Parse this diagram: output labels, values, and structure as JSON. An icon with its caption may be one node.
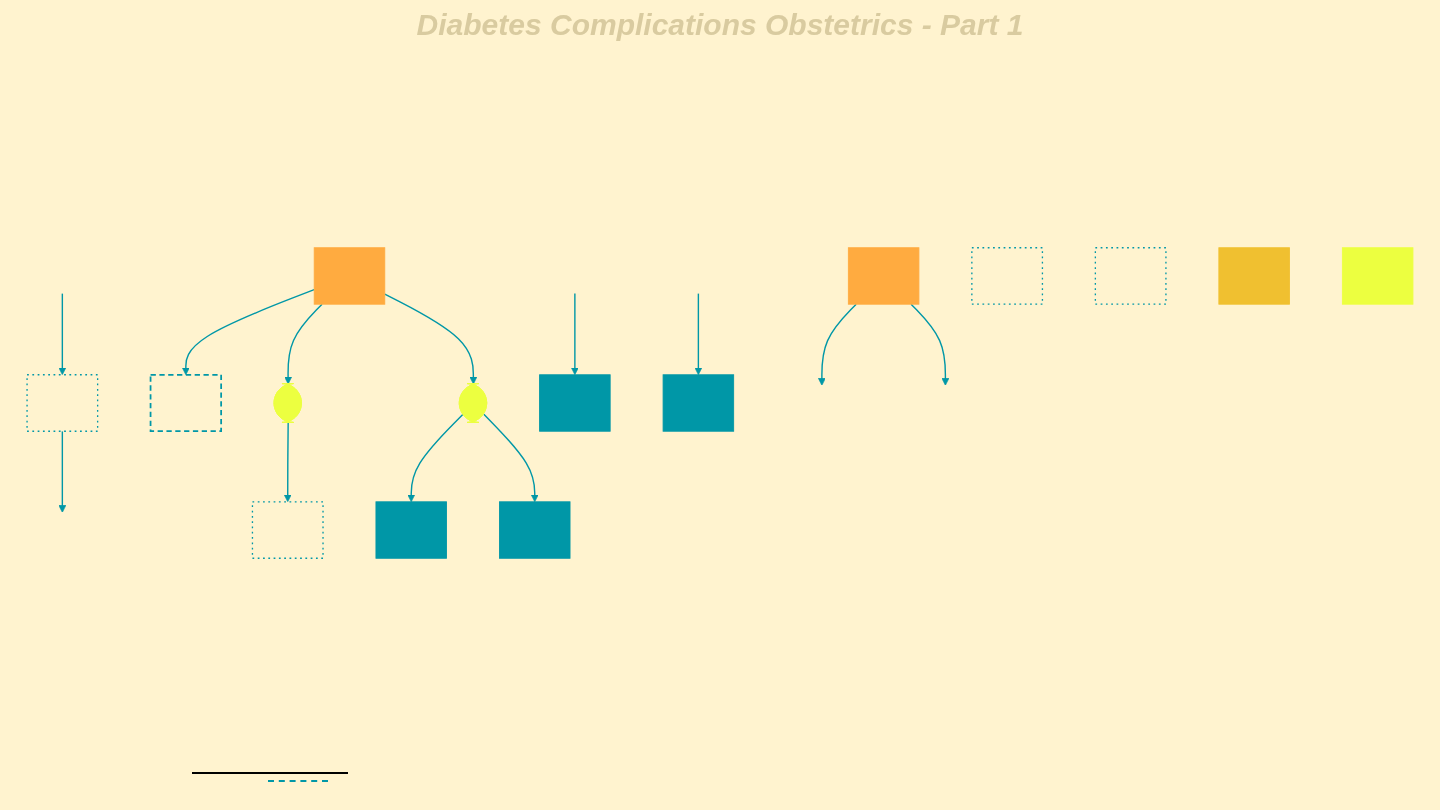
{
  "diagram": {
    "title": "Diabetes Complications Obstetrics - Part 1",
    "nodes": [
      {
        "text": [],
        "shape": "box"
      },
      {
        "text": [],
        "shape": "box"
      },
      {
        "text": [],
        "shape": "ellipse"
      },
      {
        "text": [],
        "shape": "box"
      },
      {
        "text": [],
        "shape": "box"
      },
      {
        "text": [],
        "shape": "ellipse"
      },
      {
        "text": [],
        "shape": "box"
      },
      {
        "text": [],
        "shape": "box"
      },
      {
        "text": [],
        "shape": "box"
      },
      {
        "text": [],
        "shape": "box"
      },
      {
        "text": [],
        "shape": "box"
      },
      {
        "text": [],
        "shape": "box"
      },
      {
        "text": [],
        "shape": "bar"
      },
      {
        "text": [],
        "shape": "box"
      },
      {
        "text": [],
        "shape": "box"
      }
    ],
    "edges": [
      {
        "from": 2,
        "to": 0,
        "arrow": "to"
      },
      {
        "from": 3,
        "to": 1,
        "arrow": "to"
      },
      {
        "from": 3,
        "to": 2,
        "arrow": "to"
      },
      {
        "from": 3,
        "to": 5,
        "arrow": "to"
      },
      {
        "from": 5,
        "to": 8,
        "arrow": "to"
      },
      {
        "from": 5,
        "to": 9,
        "arrow": "to"
      },
      {
        "from": 6,
        "to": null,
        "arrow": "to"
      },
      {
        "from": null,
        "to": 4,
        "arrow": "to"
      },
      {
        "from": null,
        "to": 7,
        "arrow": "to"
      },
      {
        "from": 6,
        "to": null,
        "arrow": "to"
      },
      {
        "from": null,
        "to": 13,
        "arrow": "to"
      },
      {
        "from": 13,
        "to": null,
        "arrow": "to"
      }
    ]
  }
}
